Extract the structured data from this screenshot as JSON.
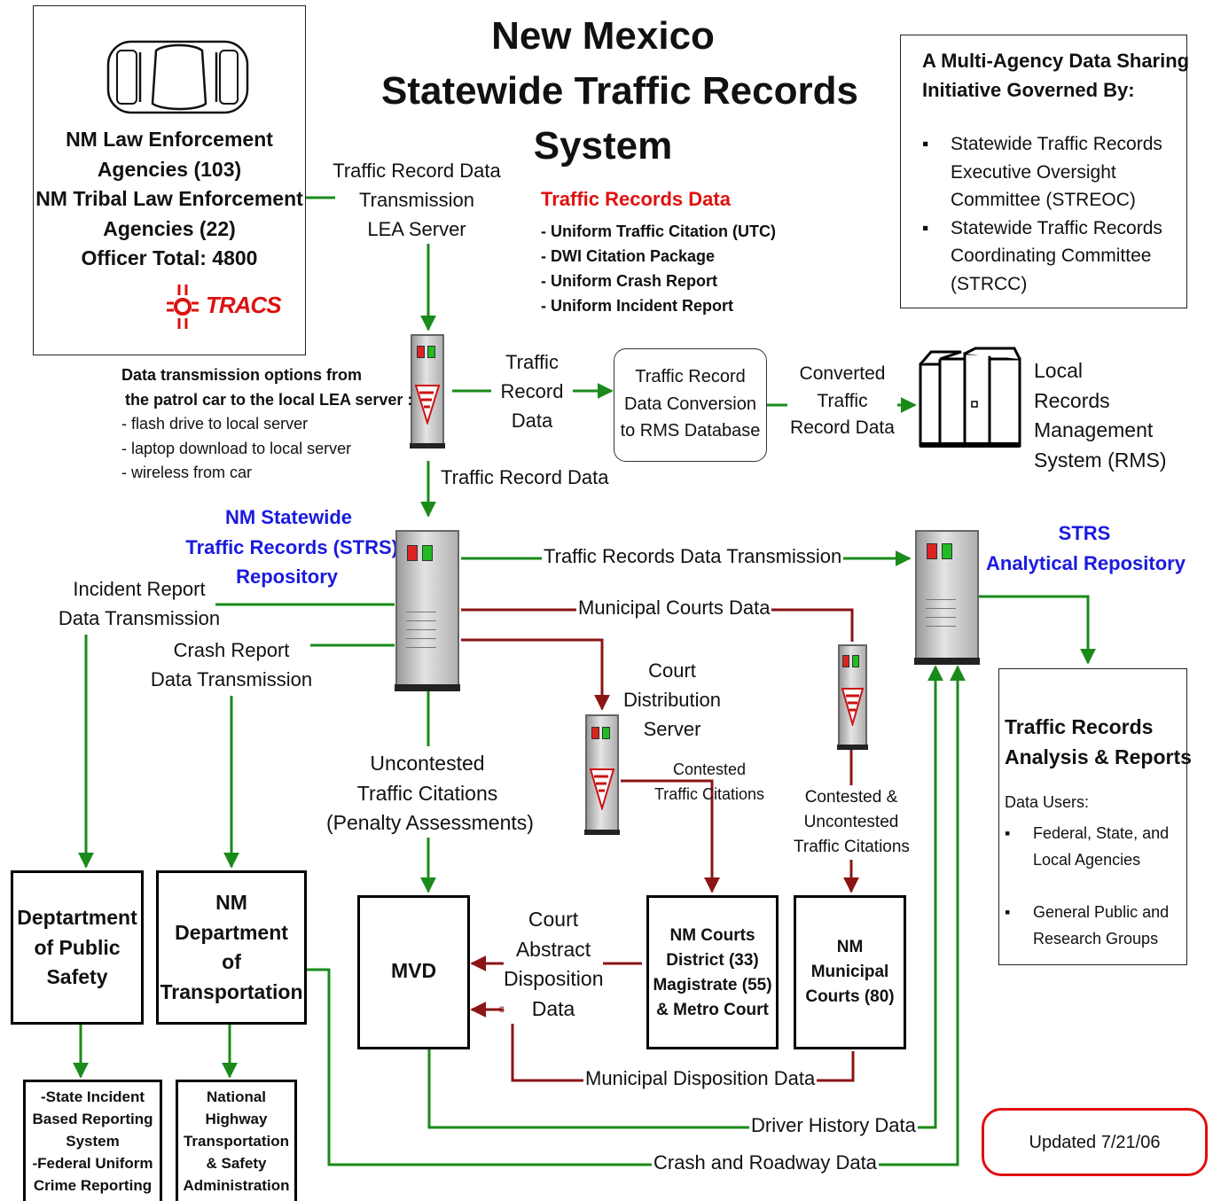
{
  "title": {
    "line1": "New Mexico",
    "line2": "Statewide Traffic Records",
    "line3": "System"
  },
  "colors": {
    "green": "#1a8a1a",
    "red": "#8b1414",
    "blue": "#1a1ae0",
    "title_red": "#e01010",
    "updated_border": "#e01010"
  },
  "lea_box": {
    "lines": [
      "NM Law Enforcement",
      "Agencies (103)",
      "NM Tribal Law Enforcement",
      "Agencies (22)",
      "Officer Total:  4800"
    ],
    "icon": "car-icon",
    "logo": "TRACS"
  },
  "governance": {
    "heading_1": "A Multi-Agency Data Sharing",
    "heading_2": "Initiative Governed By:",
    "items": [
      {
        "lines": [
          "Statewide Traffic Records",
          "Executive Oversight",
          "Committee (STREOC)"
        ]
      },
      {
        "lines": [
          "Statewide Traffic Records",
          "Coordinating Committee",
          "(STRCC)"
        ]
      }
    ]
  },
  "records_data": {
    "heading": "Traffic Records Data",
    "items": [
      "- Uniform Traffic Citation (UTC)",
      "- DWI Citation Package",
      "- Uniform Crash Report",
      "- Uniform Incident Report"
    ]
  },
  "labels": {
    "lea_server": [
      "Traffic Record Data",
      "Transmission",
      "LEA Server"
    ],
    "record_data": [
      "Traffic",
      "Record",
      "Data"
    ],
    "converted": [
      "Converted",
      "Traffic",
      "Record Data"
    ],
    "local_rms": [
      "Local",
      "Records",
      "Management",
      "System (RMS)"
    ],
    "traffic_record_data": "Traffic Record Data",
    "strs_repo": [
      "NM Statewide",
      "Traffic Records (STRS)",
      "Repository"
    ],
    "strs_analytical": [
      "STRS",
      "Analytical Repository"
    ],
    "transmission": "Traffic Records Data Transmission",
    "municipal_courts_data": "Municipal Courts Data",
    "incident_tx": [
      "Incident Report",
      "Data Transmission"
    ],
    "crash_tx": [
      "Crash Report",
      "Data  Transmission"
    ],
    "court_dist": [
      "Court",
      "Distribution",
      "Server"
    ],
    "uncontested": [
      "Uncontested",
      "Traffic Citations",
      "(Penalty Assessments)"
    ],
    "contested": [
      "Contested",
      "Traffic Citations"
    ],
    "contested_uncontested": [
      "Contested &",
      "Uncontested",
      "Traffic Citations"
    ],
    "court_abstract": [
      "Court",
      "Abstract",
      "Disposition",
      "Data"
    ],
    "municipal_disposition": "Municipal Disposition Data",
    "driver_history": "Driver History Data",
    "crash_roadway": "Crash and Roadway Data",
    "s_marker": "s"
  },
  "transmission_options": {
    "heading_1": "Data transmission options from",
    "heading_2": "the patrol car to the local LEA server :",
    "items": [
      "- flash drive to local server",
      "- laptop download to local server",
      "- wireless from car"
    ]
  },
  "conversion_box": [
    "Traffic Record",
    "Data Conversion",
    "to RMS Database"
  ],
  "analysis": {
    "heading": [
      "Traffic Records",
      "Analysis & Reports"
    ],
    "users_label": "Data Users:",
    "items": [
      {
        "lines": [
          "Federal, State, and",
          "Local Agencies"
        ]
      },
      {
        "lines": [
          "General Public and",
          "Research Groups"
        ]
      }
    ]
  },
  "entities": {
    "dps": [
      "Deptartment",
      "of Public",
      "Safety"
    ],
    "nmdot": [
      "NM",
      "Department",
      "of",
      "Transportation"
    ],
    "mvd": [
      "MVD"
    ],
    "nm_courts": [
      "NM Courts",
      "District (33)",
      "Magistrate (55)",
      "& Metro Court"
    ],
    "municipal": [
      "NM",
      "Municipal",
      "Courts (80)"
    ],
    "state_incident": [
      "-State Incident",
      "Based Reporting",
      "System",
      "-Federal Uniform",
      "Crime Reporting"
    ],
    "nhtsa": [
      "National",
      "Highway",
      "Transportation",
      "& Safety",
      "Administration"
    ]
  },
  "updated": "Updated 7/21/06"
}
